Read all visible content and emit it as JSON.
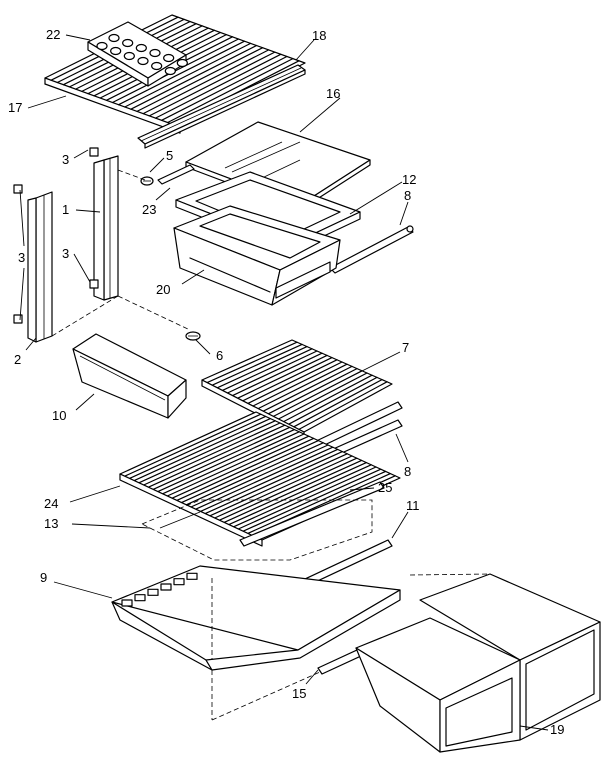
{
  "diagram": {
    "callouts": [
      {
        "id": "c22",
        "text": "22"
      },
      {
        "id": "c18",
        "text": "18"
      },
      {
        "id": "c17",
        "text": "17"
      },
      {
        "id": "c16",
        "text": "16"
      },
      {
        "id": "c5",
        "text": "5"
      },
      {
        "id": "c3a",
        "text": "3"
      },
      {
        "id": "c3b",
        "text": "3"
      },
      {
        "id": "c3c",
        "text": "3"
      },
      {
        "id": "c23",
        "text": "23"
      },
      {
        "id": "c12",
        "text": "12"
      },
      {
        "id": "c8a",
        "text": "8"
      },
      {
        "id": "c1",
        "text": "1"
      },
      {
        "id": "c20",
        "text": "20"
      },
      {
        "id": "c2",
        "text": "2"
      },
      {
        "id": "c6",
        "text": "6"
      },
      {
        "id": "c7",
        "text": "7"
      },
      {
        "id": "c10",
        "text": "10"
      },
      {
        "id": "c8b",
        "text": "8"
      },
      {
        "id": "c24",
        "text": "24"
      },
      {
        "id": "c25",
        "text": "25"
      },
      {
        "id": "c13",
        "text": "13"
      },
      {
        "id": "c11",
        "text": "11"
      },
      {
        "id": "c9",
        "text": "9"
      },
      {
        "id": "c15",
        "text": "15"
      },
      {
        "id": "c19",
        "text": "19"
      }
    ]
  }
}
